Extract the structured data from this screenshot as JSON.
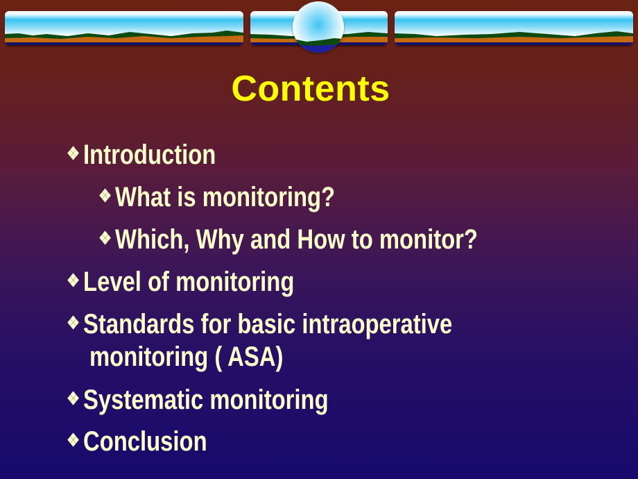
{
  "slide": {
    "title": "Contents",
    "bullet_icon": "❖",
    "colors": {
      "title": "#ffff00",
      "text": "#ffffcc",
      "bg_top": "#6a2213",
      "bg_bottom": "#170a6c"
    },
    "items": [
      {
        "level": 1,
        "text": "Introduction"
      },
      {
        "level": 2,
        "text": "What is monitoring?"
      },
      {
        "level": 2,
        "text": "Which, Why and How to monitor?"
      },
      {
        "level": 1,
        "text": "Level of monitoring"
      },
      {
        "level": 1,
        "text": "Standards for basic intraoperative",
        "continuation": "monitoring ( ASA)"
      },
      {
        "level": 1,
        "text": "Systematic monitoring"
      },
      {
        "level": 1,
        "text": "Conclusion"
      }
    ]
  }
}
